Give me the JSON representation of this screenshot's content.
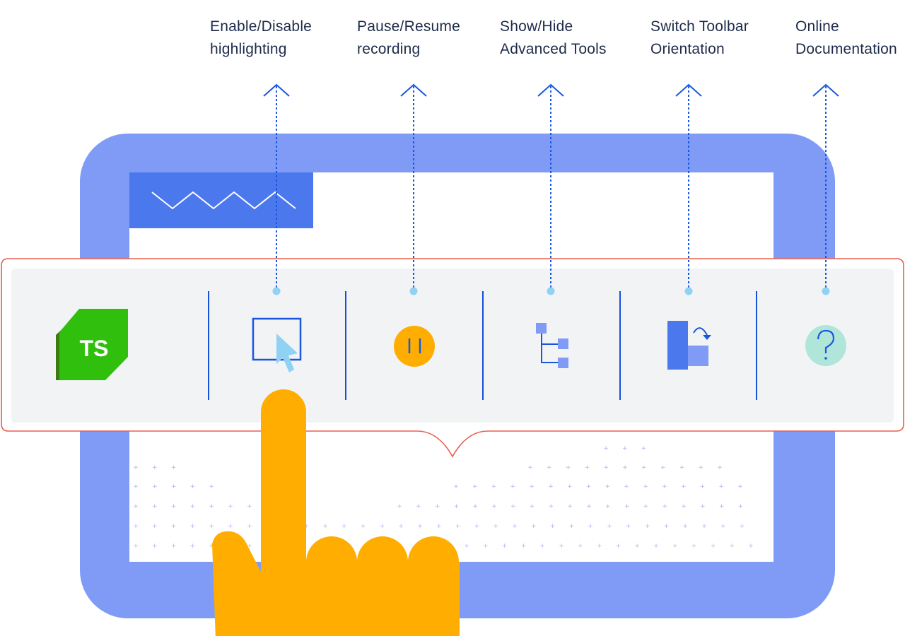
{
  "logo": {
    "text": "TS",
    "color": "#2fbf0c"
  },
  "labels": [
    {
      "line1": "Enable/Disable",
      "line2": "highlighting"
    },
    {
      "line1": "Pause/Resume",
      "line2": "recording"
    },
    {
      "line1": "Show/Hide",
      "line2": "Advanced Tools"
    },
    {
      "line1": "Switch Toolbar",
      "line2": "Orientation"
    },
    {
      "line1": "Online",
      "line2": "Documentation"
    }
  ],
  "colors": {
    "frame": "#7f9bf5",
    "window_title": "#4c78ee",
    "toolbar_bg": "#f2f3f4",
    "toolbar_outline": "#e8604c",
    "divider": "#1650d8",
    "arrow": "#1a57e0",
    "hand": "#ffad00",
    "pause_button": "#ffad00",
    "help_button": "#b0e6d9"
  },
  "icons": [
    "highlight-cursor-icon",
    "pause-icon",
    "tree-icon",
    "orientation-icon",
    "help-icon"
  ]
}
